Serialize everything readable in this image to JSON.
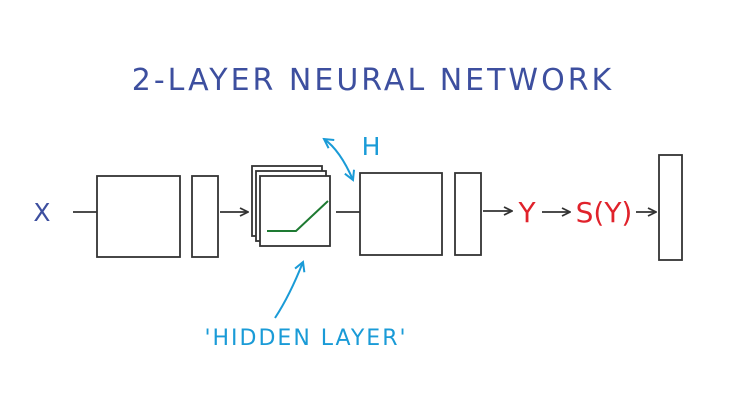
{
  "title": "2-LAYER NEURAL NETWORK",
  "nodes": {
    "input_label": "X",
    "output_label": "Y",
    "softmax_label": "S(Y)",
    "hidden_size_label": "H"
  },
  "annotations": {
    "hidden_layer": "'HIDDEN LAYER'"
  },
  "colors": {
    "title": "#3d4f9f",
    "input": "#3d4f9f",
    "output": "#e0222b",
    "annotation": "#1a9bd7",
    "relu_line": "#1e7a32",
    "stroke": "#333333"
  }
}
